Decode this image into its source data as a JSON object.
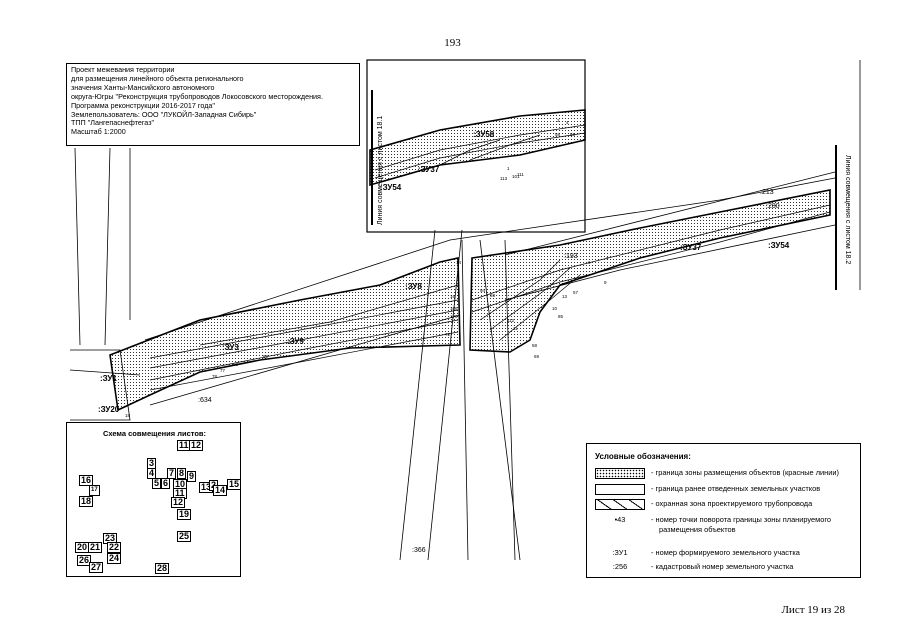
{
  "page": {
    "number": "193",
    "sheet_label": "Лист 19 из 28"
  },
  "title_block": {
    "lines": [
      "Проект межевания территории",
      "для размещения линейного объекта регионального",
      "значения Ханты-Мансийского автономного",
      "округа-Югры \"Реконструкция трубопроводов Локосовского месторождения.",
      "Программа реконструкции 2016-2017 года\"",
      "Землепользователь: ООО \"ЛУКОЙЛ-Западная Сибирь\"",
      "ТПП \"Лангепаснефтегаз\"",
      "Масштаб 1:2000"
    ]
  },
  "map": {
    "zones": {
      "zu8": ":ЗУ8",
      "zu3": ":ЗУ3",
      "zu9": ":ЗУ9",
      "zu1": ":ЗУ1",
      "zu20": ":ЗУ20",
      "zu37": ":ЗУ37",
      "zu54": ":ЗУ54",
      "zu58": ":ЗУ58",
      "inset_zu37": ":ЗУ37",
      "inset_zu54": ":ЗУ54"
    },
    "cadastral": {
      "c213": ":213",
      "c280": ":280",
      "c634": ":634",
      "c366": ":366",
      "c193": ":193"
    },
    "match_lines": {
      "right": "Линия совмещения с листом 18.2",
      "inset": "Линия совмещения с листом 18.1"
    },
    "points": {
      "p14": "14",
      "p16": "16",
      "p166": "166",
      "p170": "170",
      "p72": "72",
      "p58": "58",
      "p69": "69",
      "p1": "1",
      "p101": "101",
      "p111": "111",
      "p113": "113",
      "p2": "2",
      "p58b": "58",
      "p4": "4",
      "p56": "56",
      "p94": "94",
      "p93": "93",
      "p112": "112",
      "p11": "11",
      "p85": "85",
      "p10": "10",
      "p7": "7",
      "p6": "6",
      "p57": "57",
      "p13": "13",
      "p9": "9",
      "p77": "77",
      "p78": "78",
      "p68": "68",
      "p62": "62",
      "p18": "18"
    }
  },
  "scheme": {
    "title": "Схема совмещения листов:",
    "sheets": {
      "s11": "11",
      "s12a": "12",
      "s3": "3",
      "s4": "4",
      "s7": "7",
      "s8": "8",
      "s9": "9",
      "s5": "5",
      "s6": "6",
      "s10": "10",
      "s11b": "11",
      "s12b": "12",
      "s13": "13",
      "s2": "2",
      "s14": "14",
      "s15": "15",
      "s16": "16",
      "s17": "17",
      "s18": "18",
      "s19": "19",
      "s25": "25",
      "s23": "23",
      "s20": "20",
      "s21": "21",
      "s22": "22",
      "s24": "24",
      "s26": "26",
      "s27": "27",
      "s28": "28"
    }
  },
  "legend": {
    "title": "Условные обозначения:",
    "items": [
      {
        "symbol": "dotted-area",
        "text": "- граница зоны размещения объектов (красные линии)"
      },
      {
        "symbol": "plain-outline",
        "text": "- граница ранее отведенных земельных участков"
      },
      {
        "symbol": "hatched-area",
        "text": "- охранная зона проектируемого трубопровода"
      },
      {
        "symbol": "•43",
        "text": "- номер точки поворота границы зоны планируемого",
        "text2": "размещения объектов"
      },
      {
        "symbol": ":ЗУ1",
        "text": "- номер формируемого земельного участка"
      },
      {
        "symbol": ":256",
        "text": "- кадастровый номер земельного участка"
      }
    ]
  }
}
